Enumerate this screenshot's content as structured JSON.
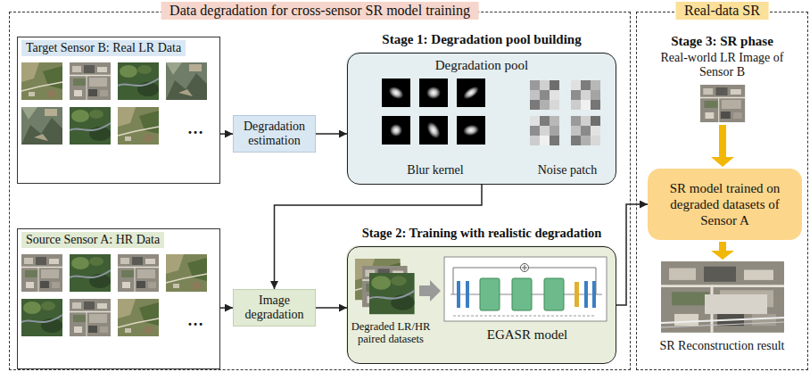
{
  "diagram": {
    "nodes": [
      {
        "text": [
          "Data degradation for cross-sensor SR model training"
        ]
      },
      {
        "text": [
          "Target Sensor B: Real LR Data",
          "…"
        ],
        "in": 0
      },
      {
        "text": [
          "Degradation estimation"
        ],
        "in": 0
      },
      {
        "text": [
          "Stage 1: Degradation pool building",
          "Degradation pool",
          "Blur kernel",
          "Noise patch"
        ],
        "in": 0
      },
      {
        "text": [
          "Source Sensor A: HR Data",
          "…"
        ],
        "in": 0
      },
      {
        "text": [
          "Image degradation"
        ],
        "in": 0
      },
      {
        "text": [
          "Stage 2: Training with realistic degradation",
          "Degraded LR/HR paired datasets",
          "EGASR model"
        ],
        "in": 0
      },
      {
        "text": [
          "Real-data SR",
          "Stage 3: SR phase",
          "Real-world LR Image of Sensor B",
          "SR Reconstruction result"
        ]
      },
      {
        "text": [
          "SR model trained on degraded datasets of Sensor A"
        ],
        "in": 7
      }
    ],
    "edges": [
      {
        "from": 1,
        "to": 2,
        "arrow": "to"
      },
      {
        "from": 2,
        "to": 3,
        "arrow": "to"
      },
      {
        "from": 3,
        "to": 5,
        "arrow": "to"
      },
      {
        "from": 4,
        "to": 5,
        "arrow": "to"
      },
      {
        "from": 5,
        "to": 6,
        "arrow": "to"
      },
      {
        "from": 6,
        "to": 8,
        "arrow": "to"
      }
    ]
  }
}
